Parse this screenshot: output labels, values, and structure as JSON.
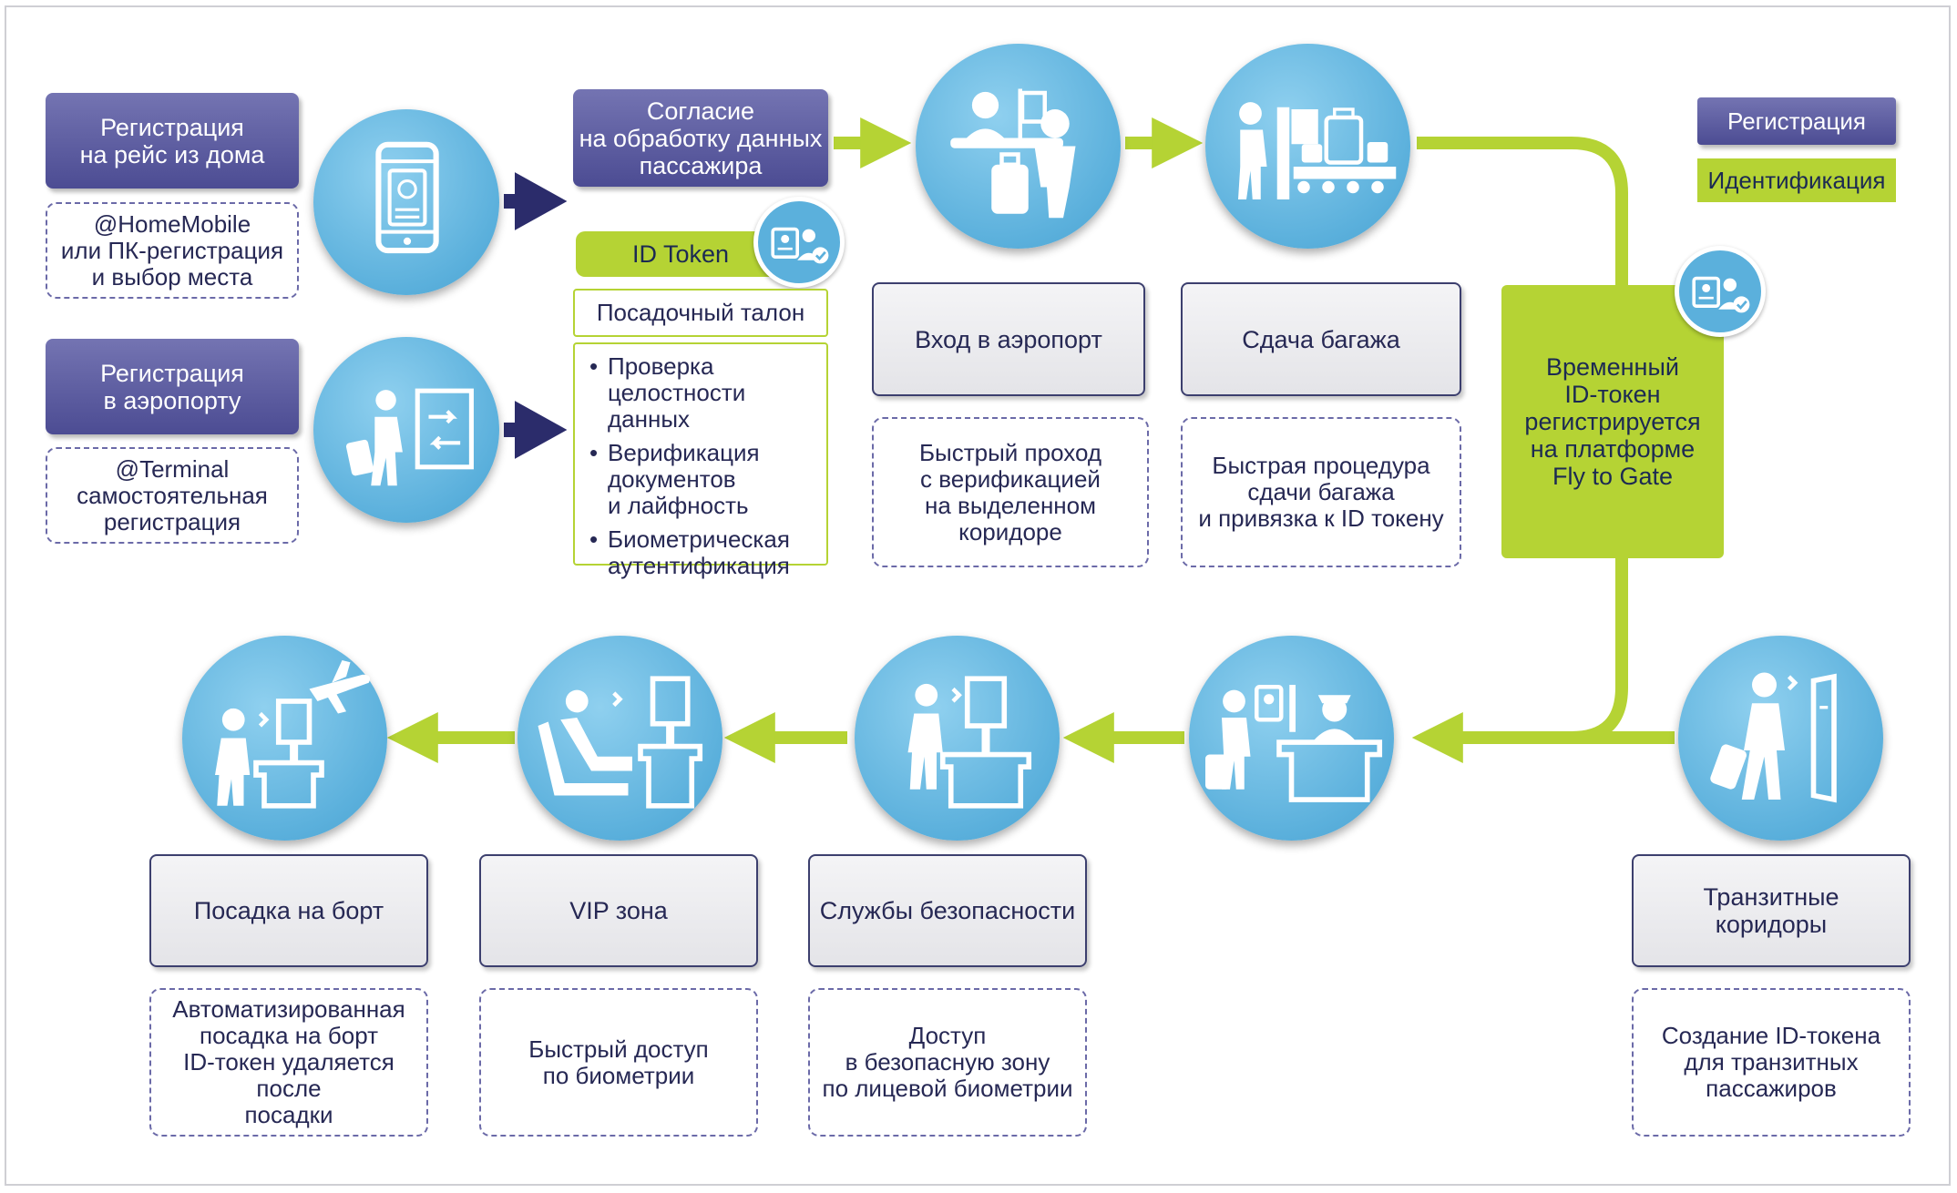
{
  "legend": {
    "registration": "Регистрация",
    "identification": "Идентификация"
  },
  "home": {
    "title": "Регистрация\nна рейс из дома",
    "note": "@HomeMobile\nили ПК-регистрация\nи выбор места"
  },
  "airport_checkin": {
    "title": "Регистрация\nв аэропорту",
    "note": "@Terminal\nсамостоятельная\nрегистрация"
  },
  "consent": {
    "title": "Согласие\nна обработку данных\nпассажира"
  },
  "id_token": {
    "label": "ID Token",
    "boarding_pass": "Посадочный талон",
    "checks": [
      "Проверка\nцелостности данных",
      "Верификация\nдокументов\nи лайфность",
      "Биометрическая\nаутентификация"
    ]
  },
  "entry": {
    "title": "Вход в аэропорт",
    "note": "Быстрый проход\nс верификацией\nна выделенном\nкоридоре"
  },
  "baggage": {
    "title": "Сдача багажа",
    "note": "Быстрая процедура\nсдачи багажа\nи привязка к ID токену"
  },
  "temp_token": {
    "text": "Временный\nID-токен\nрегистрируется\nна платформе\nFly to Gate"
  },
  "transit": {
    "title": "Транзитные\nкоридоры",
    "note": "Создание ID-токена\nдля транзитных\nпассажиров"
  },
  "security": {
    "title": "Службы безопасности",
    "note": "Доступ\nв безопасную зону\nпо лицевой биометрии"
  },
  "vip": {
    "title": "VIP зона",
    "note": "Быстрый доступ\nпо биометрии"
  },
  "boarding": {
    "title": "Посадка на борт",
    "note": "Автоматизированная\nпосадка на борт\nID-токен удаляется после\nпосадки"
  },
  "colors": {
    "purple": "#5b5ba0",
    "green": "#b5d334",
    "circle_blue": "#5bb0dc",
    "navy": "#262854",
    "arrow_navy": "#2b2c6b"
  },
  "icons": {
    "home": "smartphone-passport-icon",
    "airport_checkin": "traveler-kiosk-icon",
    "entry": "desk-agent-passenger-icon",
    "baggage": "baggage-drop-belt-icon",
    "badge": "id-card-person-check-icon",
    "transit": "traveler-gate-icon",
    "security": "security-officer-desk-icon",
    "security_kiosk": "passenger-kiosk-icon",
    "vip": "lounge-chair-kiosk-icon",
    "boarding": "boarding-gate-plane-icon"
  }
}
